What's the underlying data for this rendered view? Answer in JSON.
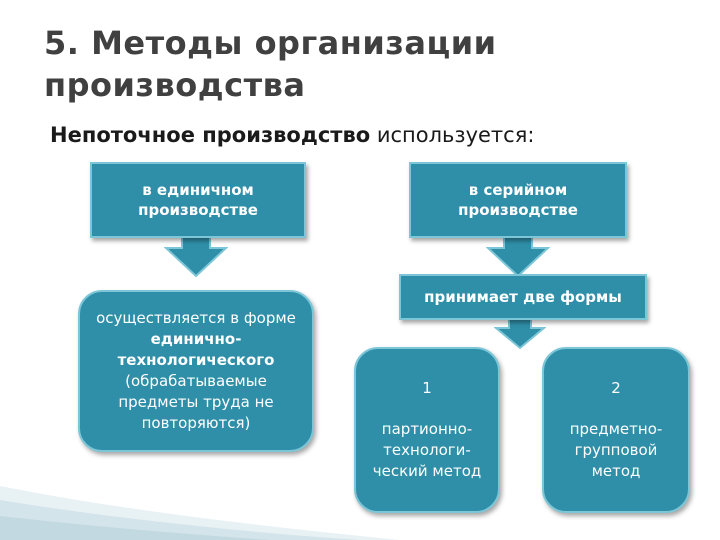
{
  "slide": {
    "title": "5. Методы организации производства",
    "subtitle_bold": "Непоточное производство",
    "subtitle_rest": " используется:"
  },
  "boxes": {
    "single_production": "в единичном производстве",
    "serial_production": "в серийном производстве",
    "two_forms": "принимает две формы",
    "single_desc_part1": "осуществляется в форме ",
    "single_desc_bold": "единично-технологического",
    "single_desc_part2": " (обрабатываемые предметы труда не повторяются)",
    "form1_number": "1",
    "form1_text": "партионно-технологи-ческий метод",
    "form2_number": "2",
    "form2_text": "предметно-групповой метод"
  },
  "colors": {
    "box_fill": "#2f8fa8",
    "box_border": "#7cc6d7",
    "title_text": "#404040"
  }
}
